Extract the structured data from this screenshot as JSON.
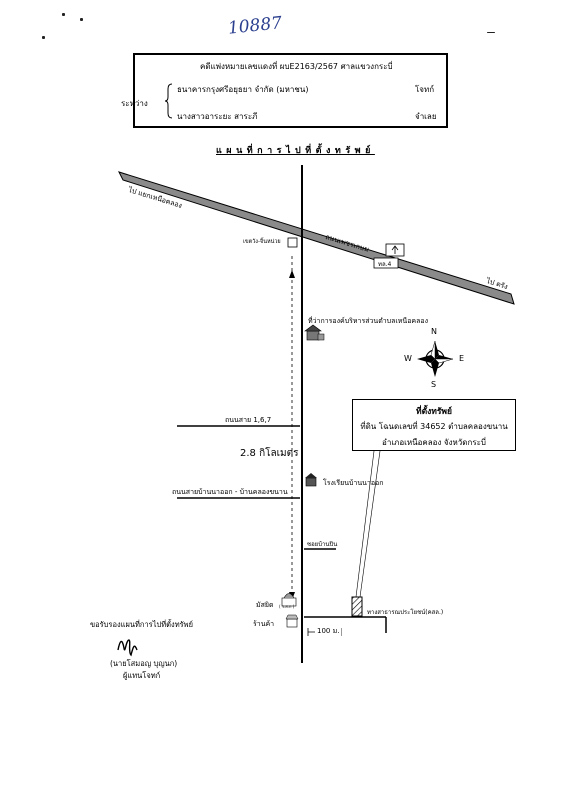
{
  "page": {
    "handwritten_number": "10887"
  },
  "case": {
    "title": "คดีแพ่งหมายเลขแดงที่  ผบE2163/2567  ศาลแขวงกระบี่",
    "between_label": "ระหว่าง",
    "plaintiff": "ธนาคารกรุงศรีอยุธยา จำกัด (มหาชน)",
    "plaintiff_role": "โจทก์",
    "defendant": "นางสาวอาระยะ  สาระภี",
    "defendant_role": "จำเลย"
  },
  "map": {
    "title": "แผนที่การไปที่ตั้งทรัพย์",
    "roads": {
      "to_khao_khram": "ไป แยกเหนือคลอง",
      "phetkasem": "ถนนเพชรเกษม",
      "to_trang": "ไป ตรัง",
      "road_1_6_7": "ถนนสาย 1,6,7",
      "ban_na_road": "ถนนสายบ้านนาออก - บ้านคลองขนาน",
      "soi": "ซอยบ้านปิน"
    },
    "landmarks": {
      "junction_sign": "เขตวัง-จิ้นหน่วย",
      "highway_no": "ทล.4",
      "subdistrict_office": "ที่ว่าการองค์บริหารส่วนตำบลเหนือคลอง",
      "school": "โรงเรียนบ้านนาออก",
      "mosque": "มัสยิด",
      "mosque_detail": "( ร.ส.ก )",
      "shop": "ร้านค้า",
      "public_path": "ทางสาธารณประโยชน์(คสล.)"
    },
    "compass": {
      "n": "N",
      "s": "S",
      "e": "E",
      "w": "W"
    },
    "distance_label": "2.8 กิโลเมตร",
    "scale_label": "100 ม.",
    "property": {
      "heading": "ที่ตั้งทรัพย์",
      "line1": "ที่ดิน โฉนดเลขที่ 34652 ตำบลคลองขนาน",
      "line2": "อำเภอเหนือคลอง  จังหวัดกระบี่"
    }
  },
  "certification": {
    "text": "ขอรับรองแผนที่การไปที่ตั้งทรัพย์",
    "signer": "(นายโสมอญ  บุญนก)",
    "signer_role": "ผู้แทนโจทก์"
  },
  "colors": {
    "ink": "#000000",
    "highway_fill": "#8a8a8a",
    "handwriting": "#2b3f8f"
  }
}
